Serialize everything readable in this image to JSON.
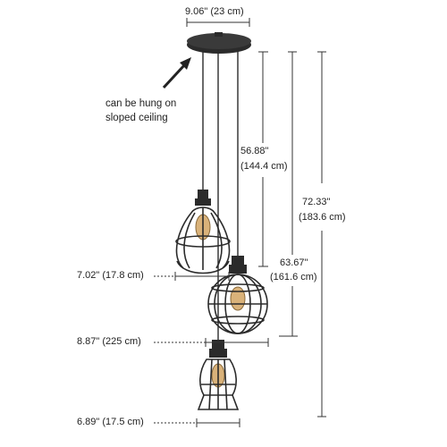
{
  "canopy_width": "9.06\" (23 cm)",
  "note_line1": "can be hung on",
  "note_line2": "sloped ceiling",
  "dim_short_in": "56.88\"",
  "dim_short_cm": "(144.4 cm)",
  "dim_mid_in": "63.67\"",
  "dim_mid_cm": "(161.6 cm)",
  "dim_long_in": "72.33\"",
  "dim_long_cm": "(183.6 cm)",
  "shade_top_width": "7.02\" (17.8 cm)",
  "shade_mid_width": "8.87\" (225 cm)",
  "shade_bottom_width": "6.89\" (17.5 cm)",
  "colors": {
    "ink": "#222222",
    "dim_line": "#333333",
    "fixture": "#2b2b2b",
    "bulb": "#d9b27a"
  }
}
